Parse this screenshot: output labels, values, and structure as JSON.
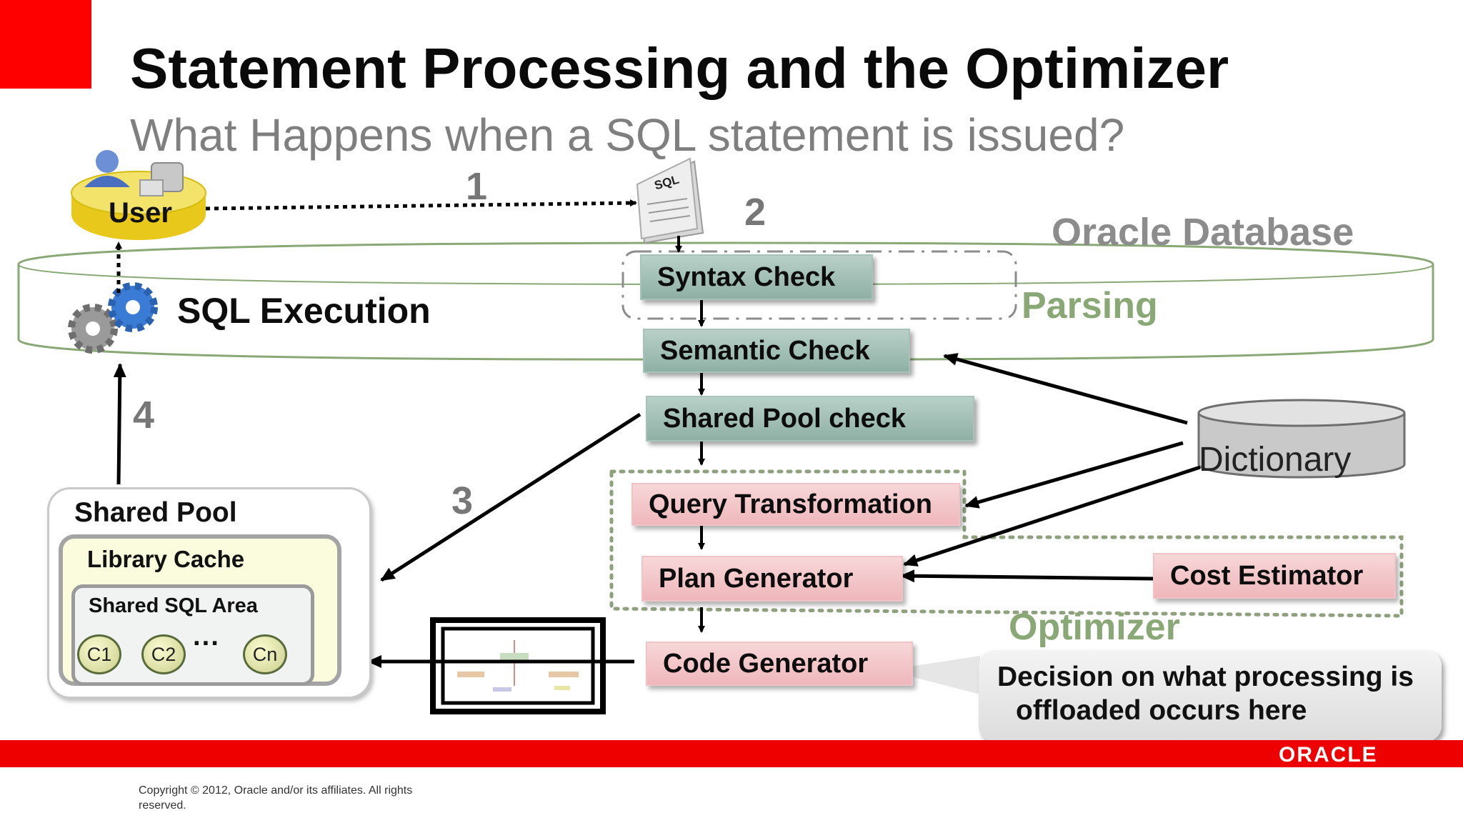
{
  "slide": {
    "title": "Statement Processing and the Optimizer",
    "subtitle": "What Happens when a SQL statement is issued?",
    "copyright": "Copyright © 2012, Oracle and/or its affiliates. All rights reserved.",
    "logo_text": "ORACLE"
  },
  "diagram": {
    "user_label": "User",
    "sql_doc_label": "SQL",
    "sql_execution_label": "SQL Execution",
    "oracle_database_label": "Oracle Database",
    "parsing_label": "Parsing",
    "optimizer_label": "Optimizer",
    "steps": {
      "s1": "1",
      "s2": "2",
      "s3": "3",
      "s4": "4"
    },
    "boxes": {
      "syntax_check": "Syntax Check",
      "semantic_check": "Semantic Check",
      "shared_pool_check": "Shared Pool check",
      "query_transformation": "Query Transformation",
      "plan_generator": "Plan Generator",
      "code_generator": "Code Generator",
      "cost_estimator": "Cost Estimator"
    },
    "dictionary_label": "Dictionary",
    "shared_pool": {
      "title": "Shared Pool",
      "library_cache": "Library Cache",
      "shared_sql_area": "Shared SQL Area",
      "cursors": [
        "C1",
        "C2",
        "Cn"
      ],
      "ellipsis": "···"
    },
    "callout": {
      "line1": "Decision on what processing is",
      "line2": "offloaded occurs here"
    }
  },
  "colors": {
    "accent_red": "#ff0000",
    "green_box": "#9fbdb3",
    "pink_box": "#f2c3c6",
    "label_green": "#8aa876",
    "gray_text": "#7f7f7f"
  }
}
